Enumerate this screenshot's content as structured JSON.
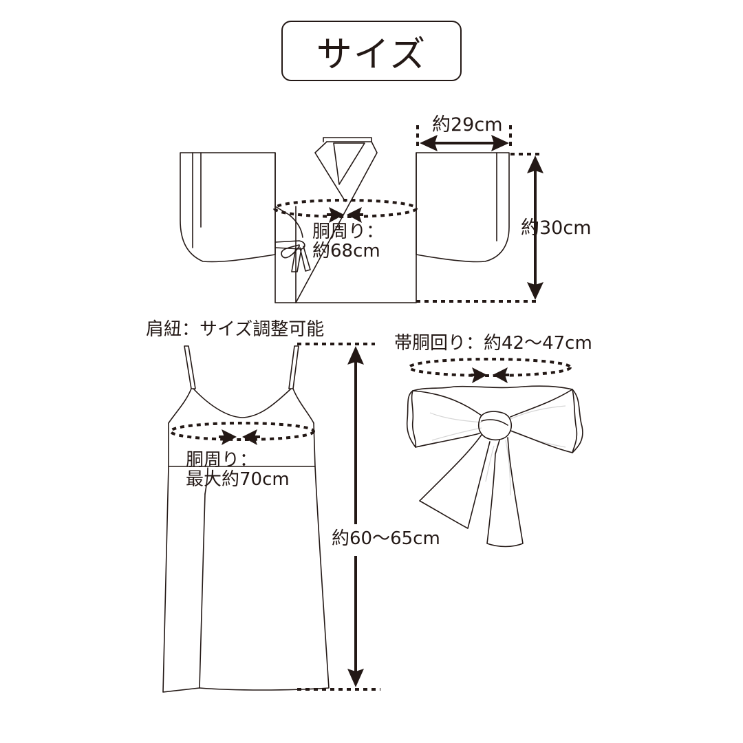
{
  "title": "サイズ",
  "top_garment": {
    "sleeve_width_label": "約29cm",
    "height_label": "約30cm",
    "waist_label_line1": "胴周り：",
    "waist_label_line2": "約68cm"
  },
  "dress": {
    "strap_label": "肩紐：サイズ調整可能",
    "waist_label_line1": "胴周り：",
    "waist_label_line2": "最大約70cm",
    "length_label": "約60〜65cm"
  },
  "sash": {
    "waist_label": "帯胴回り：約42〜47cm"
  }
}
